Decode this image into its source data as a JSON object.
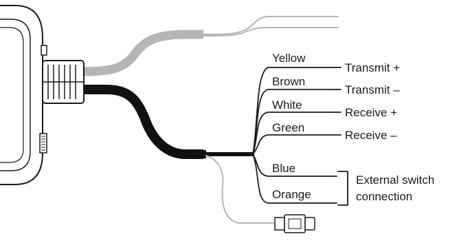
{
  "wire_colors": {
    "yellow": "Yellow",
    "brown": "Brown",
    "white": "White",
    "green": "Green",
    "blue": "Blue",
    "orange": "Orange"
  },
  "functions": {
    "transmit_plus": "Transmit +",
    "transmit_minus": "Transmit –",
    "receive_plus": "Receive +",
    "receive_minus": "Receive –",
    "external_switch_line1": "External switch",
    "external_switch_line2": "connection"
  },
  "colors": {
    "main_cable": "#111111",
    "grey_cable": "#b5b5b5",
    "outline": "#1a1a1a",
    "device_shell": "#ffffff"
  }
}
